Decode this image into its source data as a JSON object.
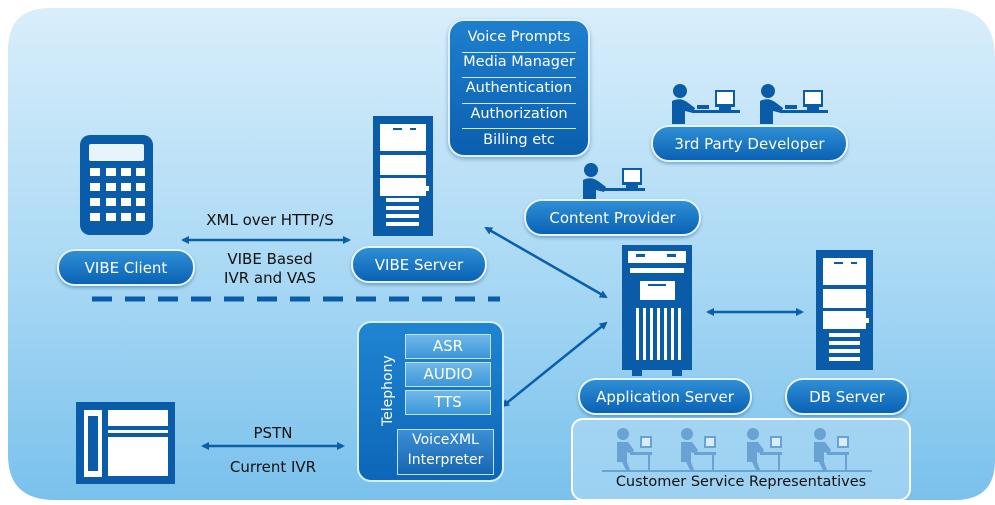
{
  "nodes": {
    "vibe_client": "VIBE Client",
    "vibe_server": "VIBE Server",
    "application_server": "Application Server",
    "db_server": "DB Server",
    "content_provider": "Content Provider",
    "third_party_developer": "3rd Party Developer"
  },
  "services": [
    "Voice Prompts",
    "Media Manager",
    "Authentication",
    "Authorization",
    "Billing etc"
  ],
  "links": {
    "xml_over_http": "XML over HTTP/S",
    "ivr_vas_line1": "VIBE Based",
    "ivr_vas_line2": "IVR and VAS",
    "pstn": "PSTN",
    "current_ivr": "Current IVR"
  },
  "telephony": {
    "label": "Telephony",
    "items": [
      "ASR",
      "AUDIO",
      "TTS"
    ],
    "interpreter_line1": "VoiceXML",
    "interpreter_line2": "Interpreter"
  },
  "customer_service": {
    "label": "Customer Service Representatives"
  },
  "colors": {
    "background_top": "#d8eefb",
    "background_bottom": "#7cc3ec",
    "pill_blue": "#0a62b5",
    "arrow_blue": "#0b5ea8",
    "device_blue": "#0a5ba8"
  },
  "icons": [
    "calculator-icon",
    "server-icon",
    "person-at-computer-icon",
    "telephone-icon"
  ]
}
